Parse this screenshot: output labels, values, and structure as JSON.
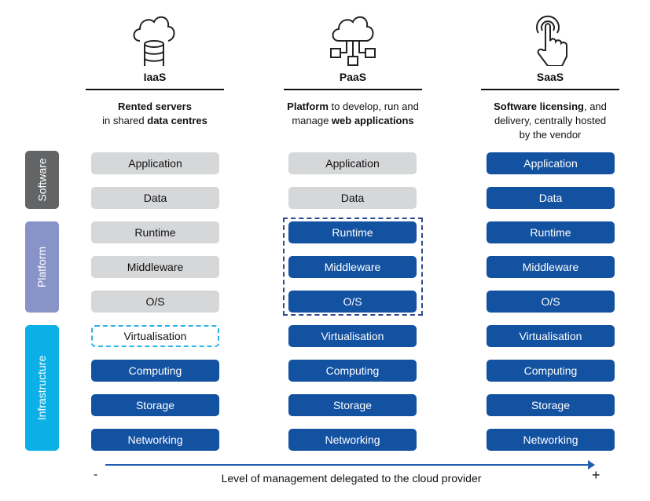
{
  "columns": [
    {
      "title": "IaaS",
      "icon": "cloud-database-icon",
      "desc": [
        [
          {
            "t": "Rented servers",
            "b": true
          }
        ],
        [
          {
            "t": "in shared ",
            "b": false
          },
          {
            "t": "data centres",
            "b": true
          }
        ]
      ],
      "layers": [
        {
          "label": "Application",
          "state": "gray"
        },
        {
          "label": "Data",
          "state": "gray"
        },
        {
          "label": "Runtime",
          "state": "gray"
        },
        {
          "label": "Middleware",
          "state": "gray"
        },
        {
          "label": "O/S",
          "state": "gray"
        },
        {
          "label": "Virtualisation",
          "state": "dashcyan"
        },
        {
          "label": "Computing",
          "state": "blue"
        },
        {
          "label": "Storage",
          "state": "blue"
        },
        {
          "label": "Networking",
          "state": "blue"
        }
      ]
    },
    {
      "title": "PaaS",
      "icon": "cloud-network-icon",
      "desc": [
        [
          {
            "t": "Platform",
            "b": true
          },
          {
            "t": " to develop, run and",
            "b": false
          }
        ],
        [
          {
            "t": "manage ",
            "b": false
          },
          {
            "t": "web applications",
            "b": true
          }
        ]
      ],
      "layers": [
        {
          "label": "Application",
          "state": "gray"
        },
        {
          "label": "Data",
          "state": "gray"
        },
        {
          "label": "Runtime",
          "state": "blue"
        },
        {
          "label": "Middleware",
          "state": "blue"
        },
        {
          "label": "O/S",
          "state": "blue"
        },
        {
          "label": "Virtualisation",
          "state": "blue"
        },
        {
          "label": "Computing",
          "state": "blue"
        },
        {
          "label": "Storage",
          "state": "blue"
        },
        {
          "label": "Networking",
          "state": "blue"
        }
      ]
    },
    {
      "title": "SaaS",
      "icon": "touch-hand-icon",
      "desc": [
        [
          {
            "t": "Software licensing",
            "b": true
          },
          {
            "t": ", and",
            "b": false
          }
        ],
        [
          {
            "t": "delivery, centrally hosted",
            "b": false
          }
        ],
        [
          {
            "t": "by the vendor",
            "b": false
          }
        ]
      ],
      "layers": [
        {
          "label": "Application",
          "state": "blue"
        },
        {
          "label": "Data",
          "state": "blue"
        },
        {
          "label": "Runtime",
          "state": "blue"
        },
        {
          "label": "Middleware",
          "state": "blue"
        },
        {
          "label": "O/S",
          "state": "blue"
        },
        {
          "label": "Virtualisation",
          "state": "blue"
        },
        {
          "label": "Computing",
          "state": "blue"
        },
        {
          "label": "Storage",
          "state": "blue"
        },
        {
          "label": "Networking",
          "state": "blue"
        }
      ]
    }
  ],
  "categories": [
    {
      "label": "Software",
      "color": "#636466"
    },
    {
      "label": "Platform",
      "color": "#8893c7"
    },
    {
      "label": "Infrastructure",
      "color": "#0db0e6"
    }
  ],
  "axis": {
    "minus": "-",
    "plus": "+",
    "label": "Level of management delegated to the cloud provider"
  }
}
